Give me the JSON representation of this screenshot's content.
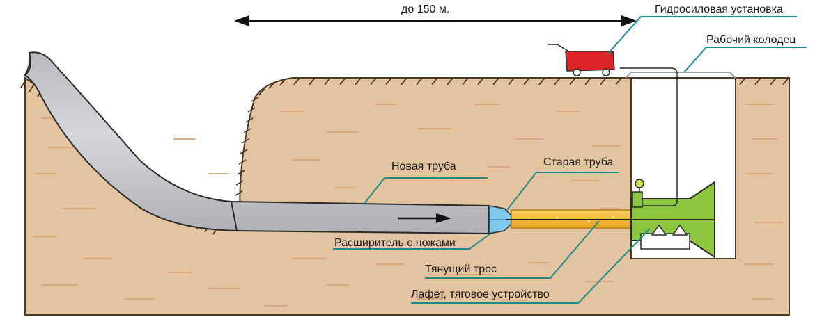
{
  "distance": {
    "label": "до 150 м."
  },
  "labels": {
    "power_unit": "Гидросиловая установка",
    "work_pit": "Рабочий колодец",
    "new_pipe": "Новая труба",
    "old_pipe": "Старая труба",
    "expander": "Расширитель с ножами",
    "pull_cable": "Тянущий трос",
    "carriage": "Лафет, тяговое устройство"
  },
  "colors": {
    "soil": "#e3c4a0",
    "soil_streak": "#d9a27a",
    "soil_outline": "#4a3a2a",
    "new_pipe": "#c8c9cc",
    "old_pipe": "#f6b93b",
    "expander": "#7fc8ee",
    "machine": "#8cc63f",
    "cart": "#e0252a",
    "leader": "#1f8a8c",
    "ground_hatch": "#3a2a1a"
  }
}
